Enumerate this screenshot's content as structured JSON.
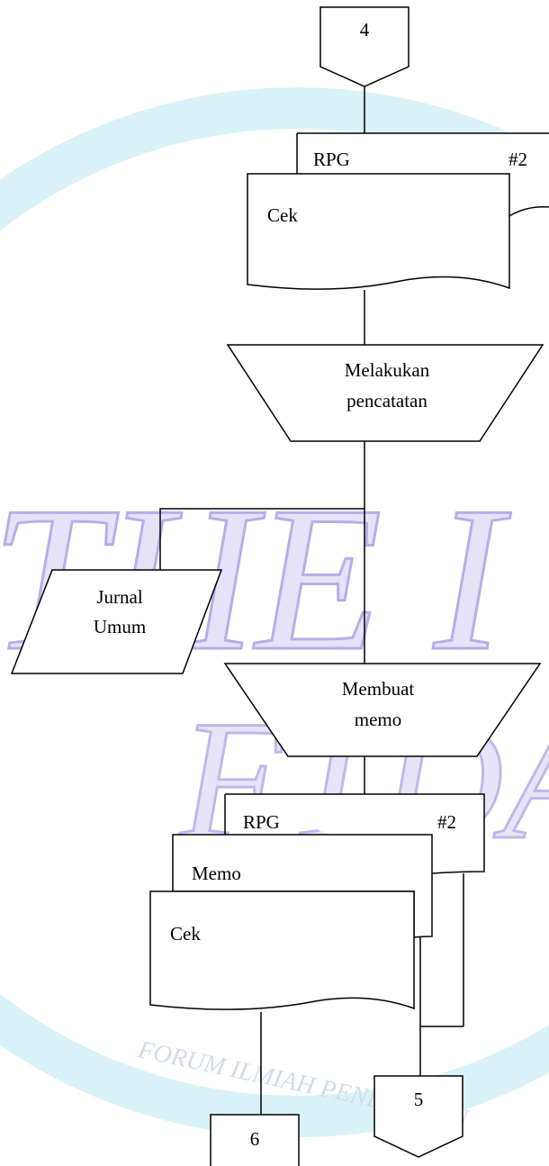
{
  "connectors": {
    "top": "4",
    "bottom_left": "6",
    "bottom_right": "5"
  },
  "doc_top": {
    "back_header": "RPG",
    "back_number": "#2",
    "front_label": "Cek"
  },
  "process_1": {
    "line1": "Melakukan",
    "line2": "pencatatan"
  },
  "journal": {
    "line1": "Jurnal",
    "line2": "Umum"
  },
  "process_2": {
    "line1": "Membuat",
    "line2": "memo"
  },
  "doc_stack": {
    "back_header": "RPG",
    "back_number": "#2",
    "middle_label": "Memo",
    "front_label": "Cek"
  },
  "watermark": {
    "big_text": "THE I",
    "line2": "FTDA",
    "footer": "FORUM ILMIAH PENDIDIKAN"
  },
  "colors": {
    "watermark_fill": "#dcd6f5",
    "watermark_stroke": "#9a8fe0",
    "watermark_cyan": "#c6ecf4",
    "watermark_text": "#cfd6ee"
  }
}
